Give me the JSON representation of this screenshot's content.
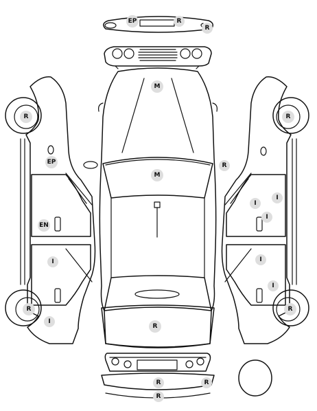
{
  "legend": {
    "ep": "EP",
    "en": "EN",
    "r": "R",
    "m": "M",
    "i": "I"
  },
  "colors": {
    "badge": "#dedede",
    "line": "#111111",
    "background": "#ffffff"
  }
}
